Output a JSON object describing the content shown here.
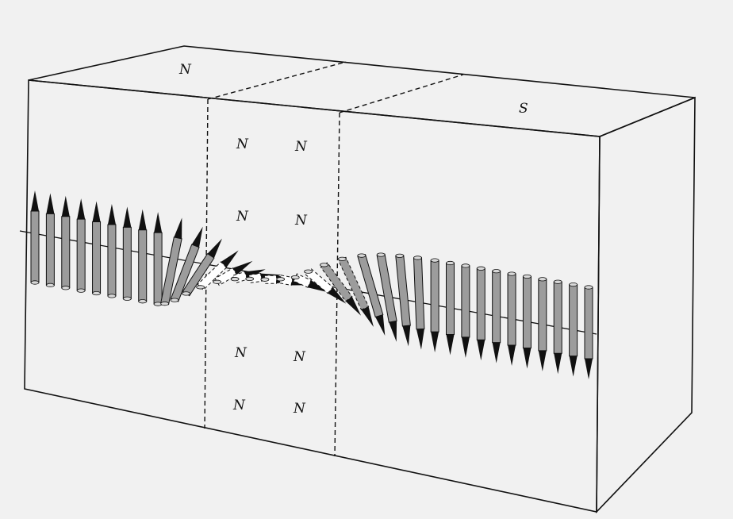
{
  "colors": {
    "background": "#f1f1f1",
    "front_face": "#f7f7f7",
    "top_face": "#f3f3f3",
    "side_face": "#9a9a9a",
    "needle_body": "#9c9c9c",
    "needle_tip": "#111111",
    "outline": "#111111"
  },
  "labels": {
    "top_face_north": "N",
    "top_face_south": "S",
    "wall_row1_left": "N",
    "wall_row1_right": "N",
    "wall_row2_left": "N",
    "wall_row2_right": "N",
    "wall_row3_left": "N",
    "wall_row3_right": "N",
    "wall_row4_left": "N",
    "wall_row4_right": "N"
  },
  "spin_chain": {
    "description_source": "visual",
    "left_domain_orientation": "up",
    "right_domain_orientation": "down",
    "wall_orientation_sequence_deg": [
      0,
      0,
      0,
      0,
      0,
      0,
      0,
      0,
      0,
      20,
      35,
      50,
      62,
      72,
      80,
      86,
      90,
      96,
      104,
      115,
      127,
      140,
      152,
      162,
      170,
      176,
      180,
      180,
      180,
      180,
      180,
      180,
      180,
      180,
      180,
      180,
      180
    ]
  }
}
